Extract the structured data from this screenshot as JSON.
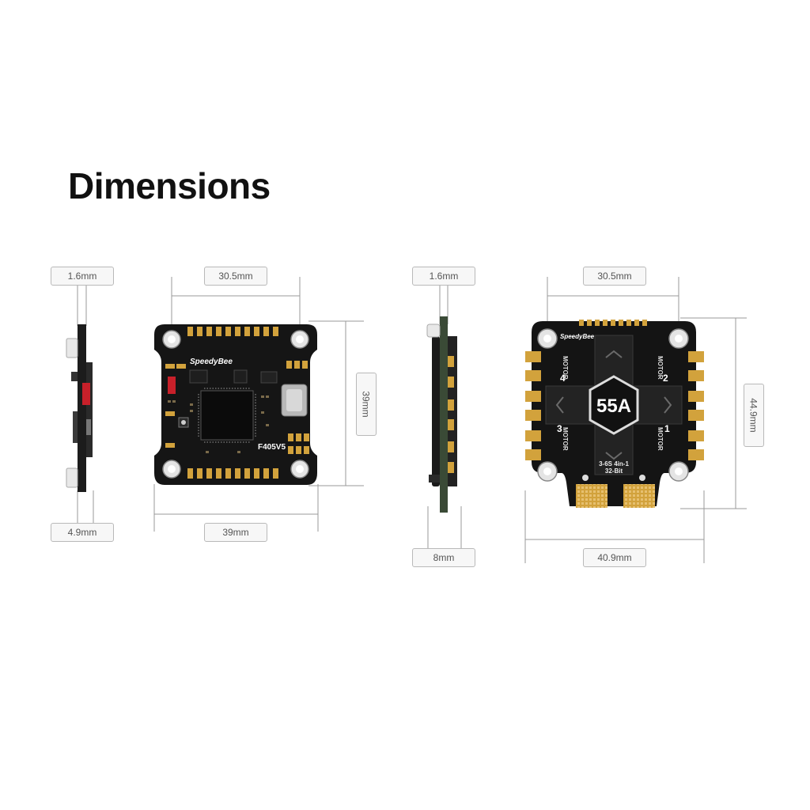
{
  "page": {
    "title": "Dimensions"
  },
  "flight_controller": {
    "brand": "SpeedyBee",
    "model": "F405V5",
    "thickness": "1.6mm",
    "side_height": "4.9mm",
    "mount_spacing": "30.5mm",
    "board_height": "39mm",
    "board_width": "39mm"
  },
  "esc": {
    "brand": "SpeedyBee",
    "rating": "55A",
    "spec_line1": "3-6S 4in-1",
    "spec_line2": "32-Bit",
    "motor_label": "MOTOR",
    "motor_numbers": [
      "1",
      "2",
      "3",
      "4"
    ],
    "thickness": "1.6mm",
    "side_height": "8mm",
    "mount_spacing": "30.5mm",
    "board_height": "44.9mm",
    "board_width": "40.9mm"
  },
  "colors": {
    "board": "#151515",
    "pad": "#d2a23c",
    "accent_red": "#c8202a",
    "pcb_green": "#3a4a36"
  }
}
